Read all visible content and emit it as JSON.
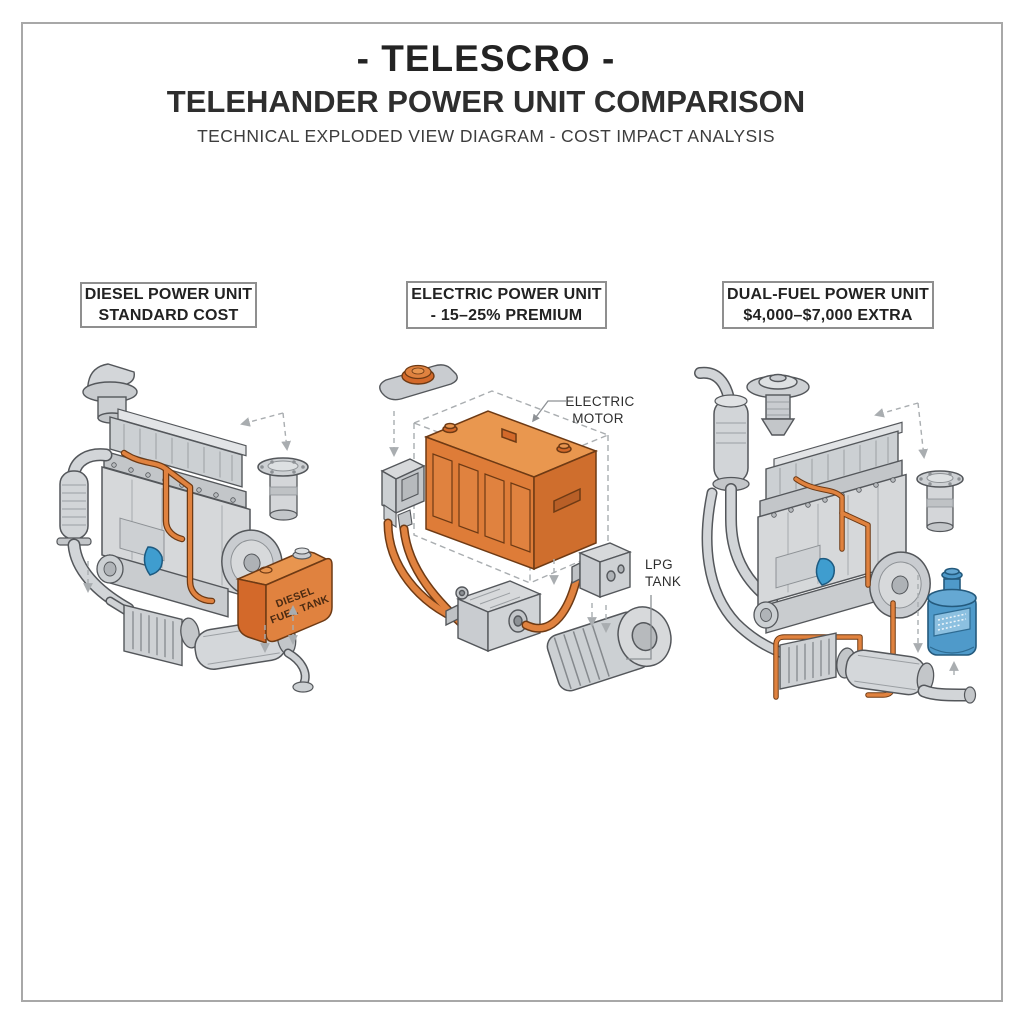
{
  "page": {
    "frame_color": "#a8a8a8",
    "background": "#ffffff"
  },
  "header": {
    "brand": "- TELESCRO -",
    "title": "TELEHANDER POWER UNIT COMPARISON",
    "subtitle": "TECHNICAL EXPLODED VIEW DIAGRAM - COST IMPACT ANALYSIS"
  },
  "columns": [
    {
      "id": "diesel",
      "header_line1": "DIESEL POWER UNIT",
      "header_line2": "STANDARD COST",
      "tank_label_line1": "DIESEL",
      "tank_label_line2": "FUEL TANK"
    },
    {
      "id": "electric",
      "header_line1": "ELECTRIC POWER UNIT",
      "header_line2": "- 15–25% PREMIUM",
      "motor_callout_line1": "ELECTRIC",
      "motor_callout_line2": "MOTOR",
      "lpg_callout_line1": "LPG",
      "lpg_callout_line2": "TANK"
    },
    {
      "id": "dual-fuel",
      "header_line1": "DUAL-FUEL POWER UNIT",
      "header_line2": "$4,000–$7,000 EXTRA"
    }
  ],
  "colors": {
    "accent_orange": "#e0823f",
    "accent_orange_dark": "#d3692a",
    "accent_orange_light": "#e8954f",
    "machine_gray": "#d6d8da",
    "outline_gray": "#54575b",
    "tank_blue": "#4f9aca",
    "pump_blue": "#3f9dcf",
    "dash_gray": "#a9adb0",
    "text_dark": "#262626"
  }
}
